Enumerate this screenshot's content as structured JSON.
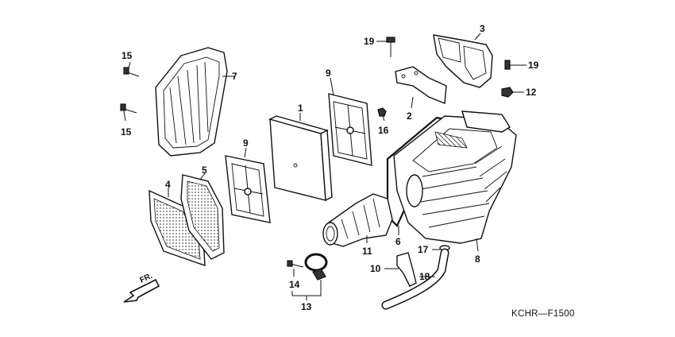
{
  "diagram_code": "KCHR—F1500",
  "direction_label": "FR.",
  "callouts": [
    {
      "id": "c1",
      "text": "1"
    },
    {
      "id": "c2",
      "text": "2"
    },
    {
      "id": "c3",
      "text": "3"
    },
    {
      "id": "c4",
      "text": "4"
    },
    {
      "id": "c5",
      "text": "5"
    },
    {
      "id": "c6",
      "text": "6"
    },
    {
      "id": "c7",
      "text": "7"
    },
    {
      "id": "c8",
      "text": "8"
    },
    {
      "id": "c9a",
      "text": "9"
    },
    {
      "id": "c9b",
      "text": "9"
    },
    {
      "id": "c10",
      "text": "10"
    },
    {
      "id": "c11",
      "text": "11"
    },
    {
      "id": "c12",
      "text": "12"
    },
    {
      "id": "c13",
      "text": "13"
    },
    {
      "id": "c14",
      "text": "14"
    },
    {
      "id": "c15a",
      "text": "15"
    },
    {
      "id": "c15b",
      "text": "15"
    },
    {
      "id": "c16",
      "text": "16"
    },
    {
      "id": "c17",
      "text": "17"
    },
    {
      "id": "c18",
      "text": "18"
    },
    {
      "id": "c19a",
      "text": "19"
    },
    {
      "id": "c19b",
      "text": "19"
    }
  ]
}
